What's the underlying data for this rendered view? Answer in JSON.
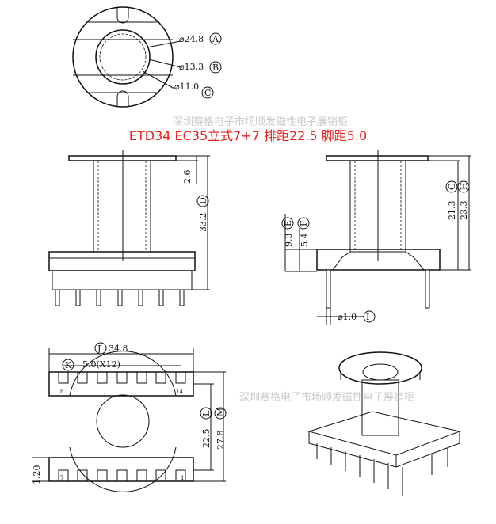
{
  "title": "ETD34 EC35立式7+7 排距22.5 脚距5.0",
  "watermark": "深圳赛格电子市场顺发磁性电子展销柜",
  "dimensions": {
    "A": {
      "value": "⌀24.8",
      "letter": "A"
    },
    "B": {
      "value": "⌀13.3",
      "letter": "B"
    },
    "C": {
      "value": "⌀11.0",
      "letter": "C"
    },
    "D": {
      "value": "33.2",
      "letter": "D"
    },
    "top_step": "2.6",
    "E": {
      "value": "9.3",
      "letter": "E"
    },
    "F": {
      "value": "5.4",
      "letter": "F"
    },
    "G": {
      "value": "21.3",
      "letter": "G"
    },
    "H": {
      "value": "23.3",
      "letter": "H"
    },
    "I": {
      "value": "⌀1.0",
      "letter": "I"
    },
    "J": {
      "value": "34.8",
      "letter": "J"
    },
    "K": {
      "value": "5.0(X12)",
      "letter": "K"
    },
    "L": {
      "value": "22.5",
      "letter": "L"
    },
    "M": {
      "value": "27.8",
      "letter": "M"
    },
    "pin_gap": "1.20"
  },
  "pin_labels": {
    "top_left": "8",
    "top_right": "14",
    "bottom_left": "7",
    "bottom_right": "1"
  }
}
